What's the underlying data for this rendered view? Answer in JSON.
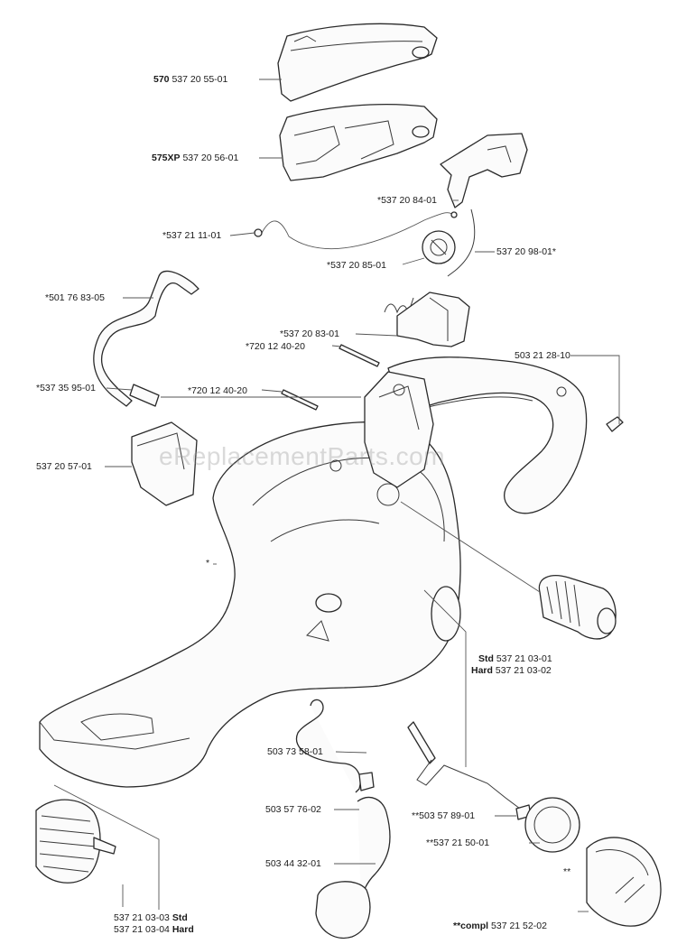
{
  "watermark": "eReplacementParts.com",
  "labels": {
    "p570_model": "570",
    "p570_number": "537 20 55-01",
    "p575xp_model": "575XP",
    "p575xp_number": "537 20 56-01",
    "p53720841": "*537 20 84-01",
    "p53721111": "*537 21 11-01",
    "p53720851": "*537 20 85-01",
    "p53720981": "537 20 98-01*",
    "p50176835": "*501 76 83-05",
    "p53720831": "*537 20 83-01",
    "p72012402a": "*720 12 40-20",
    "p50321281": "503 21 28-10",
    "p53735951": "*537 35 95-01",
    "p72012402b": "*720 12 40-20",
    "p53720571": "537 20 57-01",
    "p_star": "*",
    "std_prefix": "Std",
    "std_number": "537 21 03-01",
    "hard_prefix": "Hard",
    "hard_number": "537 21 03-02",
    "p50373581": "503 73 58-01",
    "p50357762": "503 57 76-02",
    "p50357891": "**503 57 89-01",
    "p53721501": "**537 21 50-01",
    "p50344321": "503 44 32-01",
    "p_doublestar": "**",
    "front_std_number": "537 21 03-03",
    "front_std_suffix": "Std",
    "front_hard_number": "537 21 03-04",
    "front_hard_suffix": "Hard",
    "compl_prefix": "**compl",
    "compl_number": "537 21 52-02"
  }
}
